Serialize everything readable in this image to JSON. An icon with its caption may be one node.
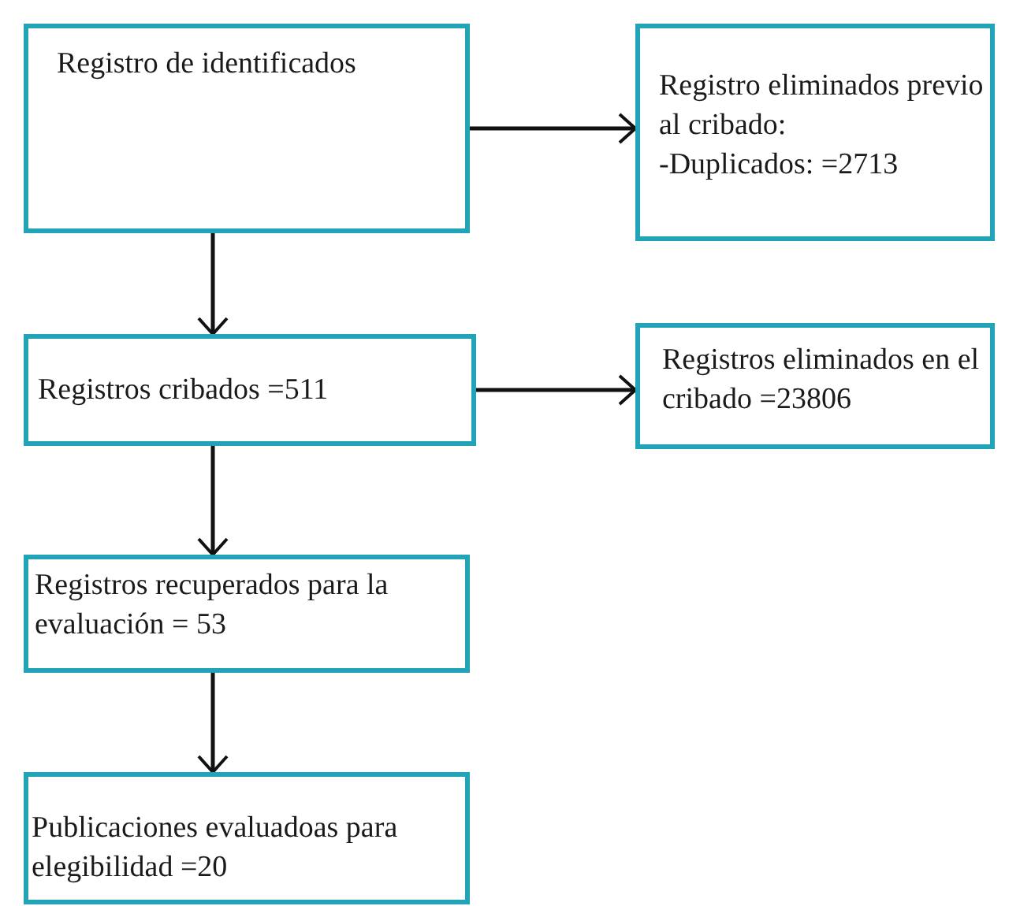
{
  "diagram": {
    "nodes": [
      {
        "text": [
          "Registro de identificados"
        ]
      },
      {
        "text": [
          "Registro eliminados previo al cribado:",
          "-Duplicados: =2713"
        ]
      },
      {
        "text": [
          "Registros cribados =511"
        ]
      },
      {
        "text": [
          "Registros eliminados en el cribado =23806"
        ]
      },
      {
        "text": [
          "Registros recuperados para la evaluación = 53"
        ]
      },
      {
        "text": [
          "Publicaciones evaluadoas para elegibilidad =20"
        ]
      }
    ],
    "edges": [
      {
        "from": 0,
        "to": 1,
        "arrow": "to"
      },
      {
        "from": 0,
        "to": 2,
        "arrow": "to"
      },
      {
        "from": 2,
        "to": 3,
        "arrow": "to"
      },
      {
        "from": 2,
        "to": 4,
        "arrow": "to"
      },
      {
        "from": 4,
        "to": 5,
        "arrow": "to"
      }
    ]
  }
}
